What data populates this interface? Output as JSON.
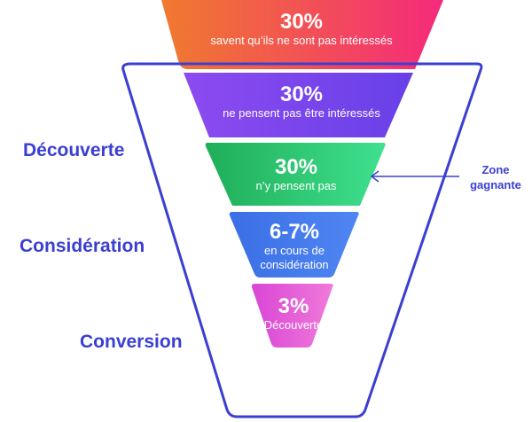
{
  "stages": [
    {
      "percent": "30%",
      "description": "savent qu’ils ne sont pas intéressés",
      "color_from": "#f07a2e",
      "color_to": "#f42a7b"
    },
    {
      "percent": "30%",
      "description": "ne pensent pas être intéressés",
      "color_from": "#8c4bf0",
      "color_to": "#6840e8"
    },
    {
      "percent": "30%",
      "description": "n’y pensent pas",
      "color_from": "#1fae58",
      "color_to": "#3fe08f"
    },
    {
      "percent": "6-7%",
      "description_line1": "en cours de",
      "description_line2": "considération",
      "color_from": "#3b6fe6",
      "color_to": "#4f86f2"
    },
    {
      "percent": "3%",
      "description": "Découverte",
      "color_from": "#d946d6",
      "color_to": "#f07ad9"
    }
  ],
  "side_labels": {
    "discovery": "Découverte",
    "consideration": "Considération",
    "conversion": "Conversion"
  },
  "zone": {
    "line1": "Zone",
    "line2": "gagnante"
  },
  "colors": {
    "accent": "#3b3fd1"
  }
}
